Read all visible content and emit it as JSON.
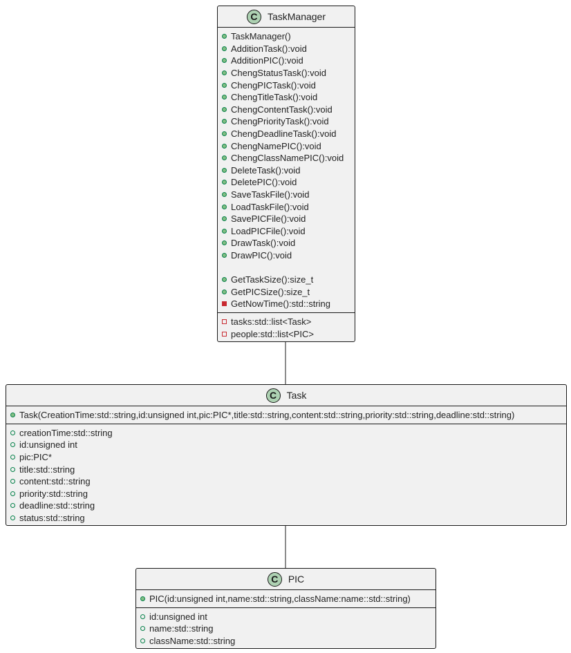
{
  "classes": {
    "taskmanager": {
      "name": "TaskManager",
      "icon": "class-icon",
      "methods": [
        {
          "text": "TaskManager()",
          "visibility": "public"
        },
        {
          "text": "AdditionTask():void",
          "visibility": "public"
        },
        {
          "text": "AdditionPIC():void",
          "visibility": "public"
        },
        {
          "text": "ChengStatusTask():void",
          "visibility": "public"
        },
        {
          "text": "ChengPICTask():void",
          "visibility": "public"
        },
        {
          "text": "ChengTitleTask():void",
          "visibility": "public"
        },
        {
          "text": "ChengContentTask():void",
          "visibility": "public"
        },
        {
          "text": "ChengPriorityTask():void",
          "visibility": "public"
        },
        {
          "text": "ChengDeadlineTask():void",
          "visibility": "public"
        },
        {
          "text": "ChengNamePIC():void",
          "visibility": "public"
        },
        {
          "text": "ChengClassNamePIC():void",
          "visibility": "public"
        },
        {
          "text": "DeleteTask():void",
          "visibility": "public"
        },
        {
          "text": "DeletePIC():void",
          "visibility": "public"
        },
        {
          "text": "SaveTaskFile():void",
          "visibility": "public"
        },
        {
          "text": "LoadTaskFile():void",
          "visibility": "public"
        },
        {
          "text": "SavePICFile():void",
          "visibility": "public"
        },
        {
          "text": "LoadPICFile():void",
          "visibility": "public"
        },
        {
          "text": "DrawTask():void",
          "visibility": "public"
        },
        {
          "text": "DrawPIC():void",
          "visibility": "public"
        },
        {
          "text": "",
          "visibility": "none"
        },
        {
          "text": "GetTaskSize():size_t",
          "visibility": "public"
        },
        {
          "text": "GetPICSize():size_t",
          "visibility": "public"
        },
        {
          "text": "GetNowTime():std::string",
          "visibility": "private"
        }
      ],
      "fields": [
        {
          "text": "tasks:std::list<Task>",
          "visibility": "private"
        },
        {
          "text": "people:std::list<PIC>",
          "visibility": "private"
        }
      ]
    },
    "task": {
      "name": "Task",
      "icon": "class-icon",
      "methods": [
        {
          "text": "Task(CreationTime:std::string,id:unsigned int,pic:PIC*,title:std::string,content:std::string,priority:std::string,deadline:std::string)",
          "visibility": "public"
        }
      ],
      "fields": [
        {
          "text": "creationTime:std::string",
          "visibility": "public"
        },
        {
          "text": "id:unsigned int",
          "visibility": "public"
        },
        {
          "text": "pic:PIC*",
          "visibility": "public"
        },
        {
          "text": "title:std::string",
          "visibility": "public"
        },
        {
          "text": "content:std::string",
          "visibility": "public"
        },
        {
          "text": "priority:std::string",
          "visibility": "public"
        },
        {
          "text": "deadline:std::string",
          "visibility": "public"
        },
        {
          "text": "status:std::string",
          "visibility": "public"
        }
      ]
    },
    "pic": {
      "name": "PIC",
      "icon": "class-icon",
      "methods": [
        {
          "text": "PIC(id:unsigned int,name:std::string,className:name::std::string)",
          "visibility": "public"
        }
      ],
      "fields": [
        {
          "text": "id:unsigned int",
          "visibility": "public"
        },
        {
          "text": "name:std::string",
          "visibility": "public"
        },
        {
          "text": "className:std::string",
          "visibility": "public"
        }
      ]
    }
  },
  "icon_letter": "C",
  "associations": [
    {
      "from": "TaskManager",
      "to": "Task"
    },
    {
      "from": "Task",
      "to": "PIC"
    }
  ],
  "colors": {
    "class_bg": "#f1f1f1",
    "border": "#181818",
    "class_icon": "#add1b2",
    "public": "#84be84",
    "private": "#c82930"
  }
}
